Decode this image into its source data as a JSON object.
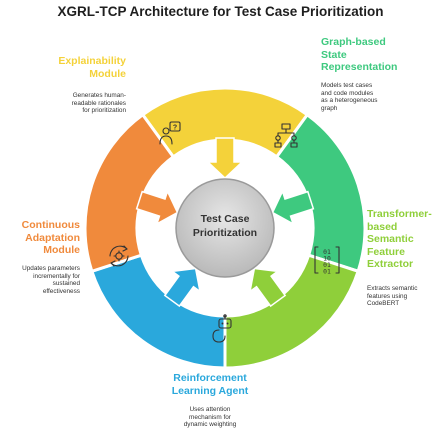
{
  "title": "XGRL-TCP Architecture for Test Case Prioritization",
  "center": {
    "line1": "Test Case",
    "line2": "Prioritization"
  },
  "modules": {
    "explainability": {
      "title_lines": [
        "Explainability",
        "Module"
      ],
      "desc_lines": [
        "Generates human-",
        "readable rationales",
        "for prioritization"
      ],
      "color": "#f4d23a"
    },
    "graph": {
      "title_lines": [
        "Graph-based",
        "State",
        "Representation"
      ],
      "desc_lines": [
        "Models test cases",
        "and code modules",
        "as a heterogeneous",
        "graph"
      ],
      "color": "#3ec97f"
    },
    "transformer": {
      "title_lines": [
        "Transformer-",
        "based",
        "Semantic",
        "Feature",
        "Extractor"
      ],
      "desc_lines": [
        "Extracts semantic",
        "features using",
        "CodeBERT"
      ],
      "color": "#8fcf3a"
    },
    "reinforcement": {
      "title_lines": [
        "Reinforcement",
        "Learning Agent"
      ],
      "desc_lines": [
        "Uses attention",
        "mechanism for",
        "dynamic weighting"
      ],
      "color": "#2aa8dc"
    },
    "continuous": {
      "title_lines": [
        "Continuous",
        "Adaptation",
        "Module"
      ],
      "desc_lines": [
        "Updates parameters",
        "incrementally for",
        "sustained",
        "effectiveness"
      ],
      "color": "#f08a3c"
    }
  },
  "icons": {
    "explainability": "person-question-icon",
    "graph": "hierarchy-icon",
    "transformer": "binary-icon",
    "reinforcement": "robot-head-icon",
    "continuous": "cycle-gear-icon"
  }
}
